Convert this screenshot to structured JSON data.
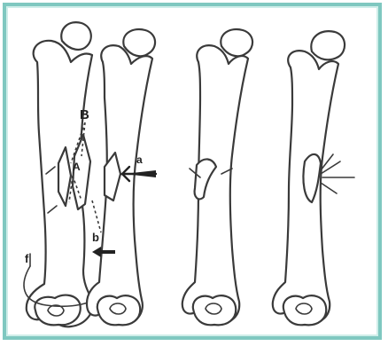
{
  "figure": {
    "labels": {
      "B": "B",
      "A": "A",
      "a": "a",
      "b": "b",
      "f": "f"
    }
  }
}
